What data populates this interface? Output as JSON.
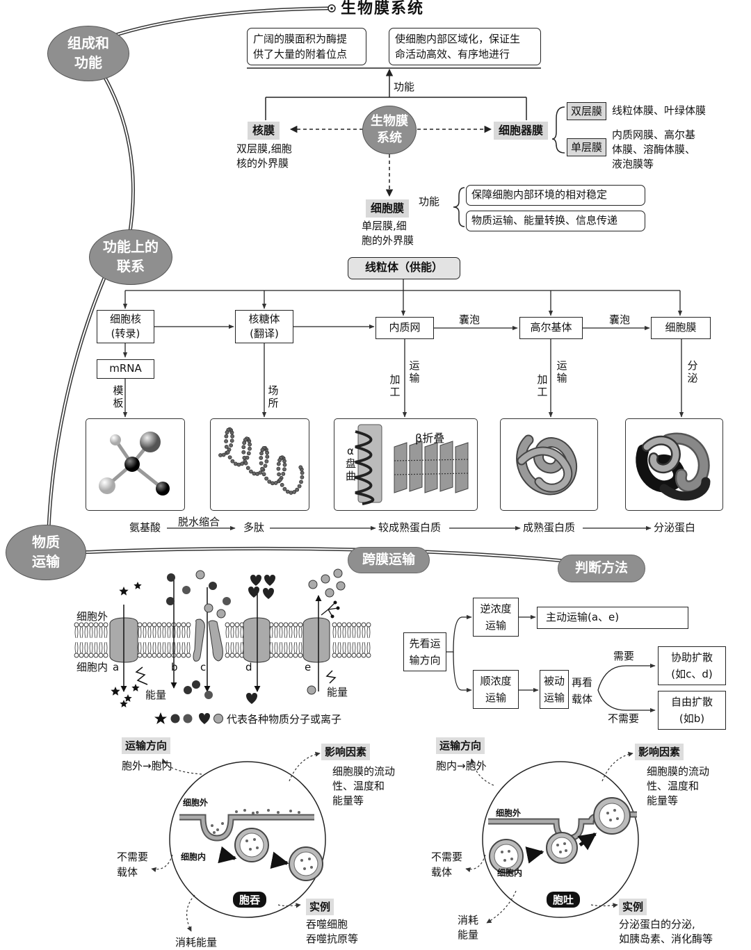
{
  "title": "生物膜系统",
  "side_labels": {
    "composition": [
      "组成和",
      "功能"
    ],
    "functional": [
      "功能上的",
      "联系"
    ],
    "transport": [
      "物质",
      "运输"
    ]
  },
  "center_node": [
    "生物膜",
    "系统"
  ],
  "functions": {
    "label": "功能",
    "f1": [
      "广阔的膜面积为酶提",
      "供了大量的附着位点"
    ],
    "f2": [
      "使细胞内部区域化，保证生",
      "命活动高效、有序地进行"
    ]
  },
  "nuclear_membrane": {
    "label": "核膜",
    "desc": [
      "双层膜,细胞",
      "核的外界膜"
    ]
  },
  "organelle_membrane": {
    "label": "细胞器膜",
    "double": {
      "label": "双层膜",
      "text": "线粒体膜、叶绿体膜"
    },
    "single": {
      "label": "单层膜",
      "text": [
        "内质网膜、高尔基",
        "体膜、溶酶体膜、",
        "液泡膜等"
      ]
    }
  },
  "cell_membrane": {
    "label": "细胞膜",
    "func_label": "功能",
    "desc": [
      "单层膜,细",
      "胞的外界膜"
    ],
    "functions": [
      "保障细胞内部环境的相对稳定",
      "物质运输、能量转换、信息传递"
    ]
  },
  "pathway": {
    "energy": "线粒体（供能）",
    "nodes": [
      [
        "细胞核",
        "(转录)"
      ],
      [
        "核糖体",
        "(翻译)"
      ],
      "内质网",
      "高尔基体",
      "细胞膜"
    ],
    "mrna": "mRNA",
    "template": "模板",
    "site": "场所",
    "vesicle1": "囊泡",
    "vesicle2": "囊泡",
    "transport1": "运输",
    "process1": "加工",
    "transport2": "运输",
    "process2": "加工",
    "secrete": "分泌",
    "alpha": "α盘曲",
    "beta": "β折叠",
    "chain": [
      "氨基酸",
      "脱水缩合",
      "多肽",
      "较成熟蛋白质",
      "成熟蛋白质",
      "分泌蛋白"
    ]
  },
  "transmembrane": {
    "label": "跨膜运输",
    "outside": "细胞外",
    "inside": "细胞内",
    "letters": [
      "a",
      "b",
      "c",
      "d",
      "e"
    ],
    "energy1": "能量",
    "energy2": "能量",
    "legend": "代表各种物质分子或离子"
  },
  "judge": {
    "label": "判断方法",
    "first": [
      "先看运",
      "输方向"
    ],
    "against": [
      "逆浓度",
      "运输"
    ],
    "active": "主动运输(a、e)",
    "along": [
      "顺浓度",
      "运输"
    ],
    "passive": [
      "被动",
      "运输"
    ],
    "see_carrier": [
      "再看",
      "载体"
    ],
    "need": "需要",
    "no_need": "不需要",
    "facilitated": [
      "协助扩散",
      "(如c、d)"
    ],
    "free": [
      "自由扩散",
      "(如b)"
    ]
  },
  "endocytosis": {
    "dir_label": "运输方向",
    "dir": "胞外→胞内",
    "factor_label": "影响因素",
    "factor": [
      "细胞膜的流动",
      "性、温度和",
      "能量等"
    ],
    "carrier": [
      "不需要",
      "载体"
    ],
    "outside": "细胞外",
    "inside": "细胞内",
    "name": "胞吞",
    "energy": "消耗能量",
    "example_label": "实例",
    "example": [
      "吞噬细胞",
      "吞噬抗原等"
    ]
  },
  "exocytosis": {
    "dir_label": "运输方向",
    "dir": "胞内→胞外",
    "factor_label": "影响因素",
    "factor": [
      "细胞膜的流动",
      "性、温度和",
      "能量等"
    ],
    "carrier": [
      "不需要",
      "载体"
    ],
    "outside": "细胞外",
    "inside": "细胞内",
    "name": "胞吐",
    "energy": [
      "消耗",
      "能量"
    ],
    "example_label": "实例",
    "example": [
      "分泌蛋白的分泌,",
      "如胰岛素、消化酶等"
    ]
  }
}
